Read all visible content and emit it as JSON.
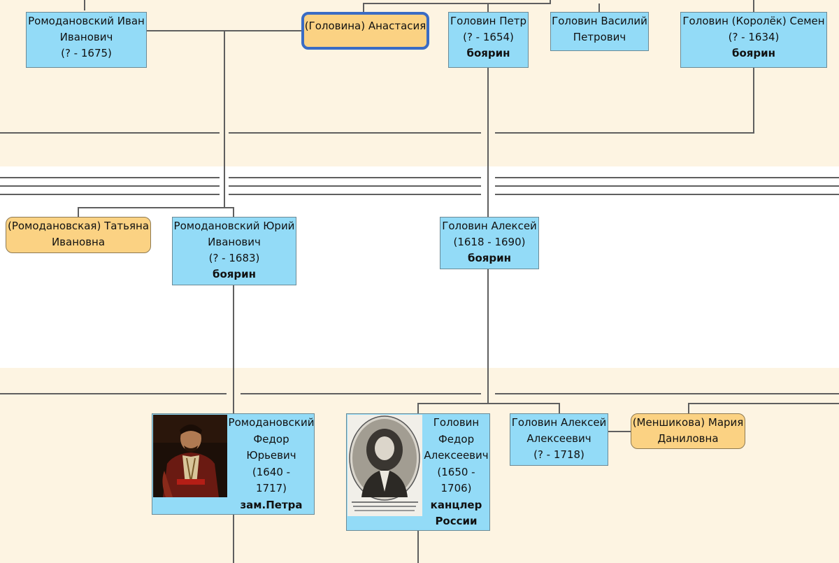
{
  "people": {
    "romodanovsky_ivan": {
      "lines": [
        "Ромодановский Иван",
        "Иванович",
        "(? - 1675)"
      ]
    },
    "golovina_anastasia": {
      "lines": [
        "(Головина) Анастасия"
      ]
    },
    "golovin_petr": {
      "lines": [
        "Головин Петр",
        "(? - 1654)"
      ],
      "title": "боярин"
    },
    "golovin_vasily": {
      "lines": [
        "Головин Василий",
        "Петрович"
      ]
    },
    "golovin_semen": {
      "lines": [
        "Головин (Королёк) Семен",
        "(? - 1634)"
      ],
      "title": "боярин"
    },
    "romodanovskaya_tatiana": {
      "lines": [
        "(Ромодановская) Татьяна",
        "Ивановна"
      ]
    },
    "romodanovsky_yury": {
      "lines": [
        "Ромодановский Юрий",
        "Иванович",
        "(? - 1683)"
      ],
      "title": "боярин"
    },
    "golovin_alexey": {
      "lines": [
        "Головин Алексей",
        "(1618 - 1690)"
      ],
      "title": "боярин"
    },
    "romodanovsky_fedor": {
      "lines": [
        "Ромодановский",
        "Федор",
        "Юрьевич",
        "(1640 -",
        "1717)"
      ],
      "title": "зам.Петра",
      "portrait": "portrait-painting"
    },
    "golovin_fedor": {
      "lines": [
        "Головин",
        "Федор",
        "Алексеевич",
        "(1650 -",
        "1706)"
      ],
      "title_lines": [
        "канцлер",
        "России"
      ],
      "portrait": "portrait-engraving"
    },
    "golovin_alexey_jr": {
      "lines": [
        "Головин Алексей",
        "Алексеевич",
        "(? - 1718)"
      ]
    },
    "menshikova_maria": {
      "lines": [
        "(Меншикова) Мария",
        "Даниловна"
      ]
    }
  },
  "colors": {
    "male_box": "#93dbf7",
    "female_box": "#fbd283",
    "selected_border": "#3a6cc4",
    "connector": "#5f5f5f",
    "band_alt": "#fdf4e2"
  }
}
